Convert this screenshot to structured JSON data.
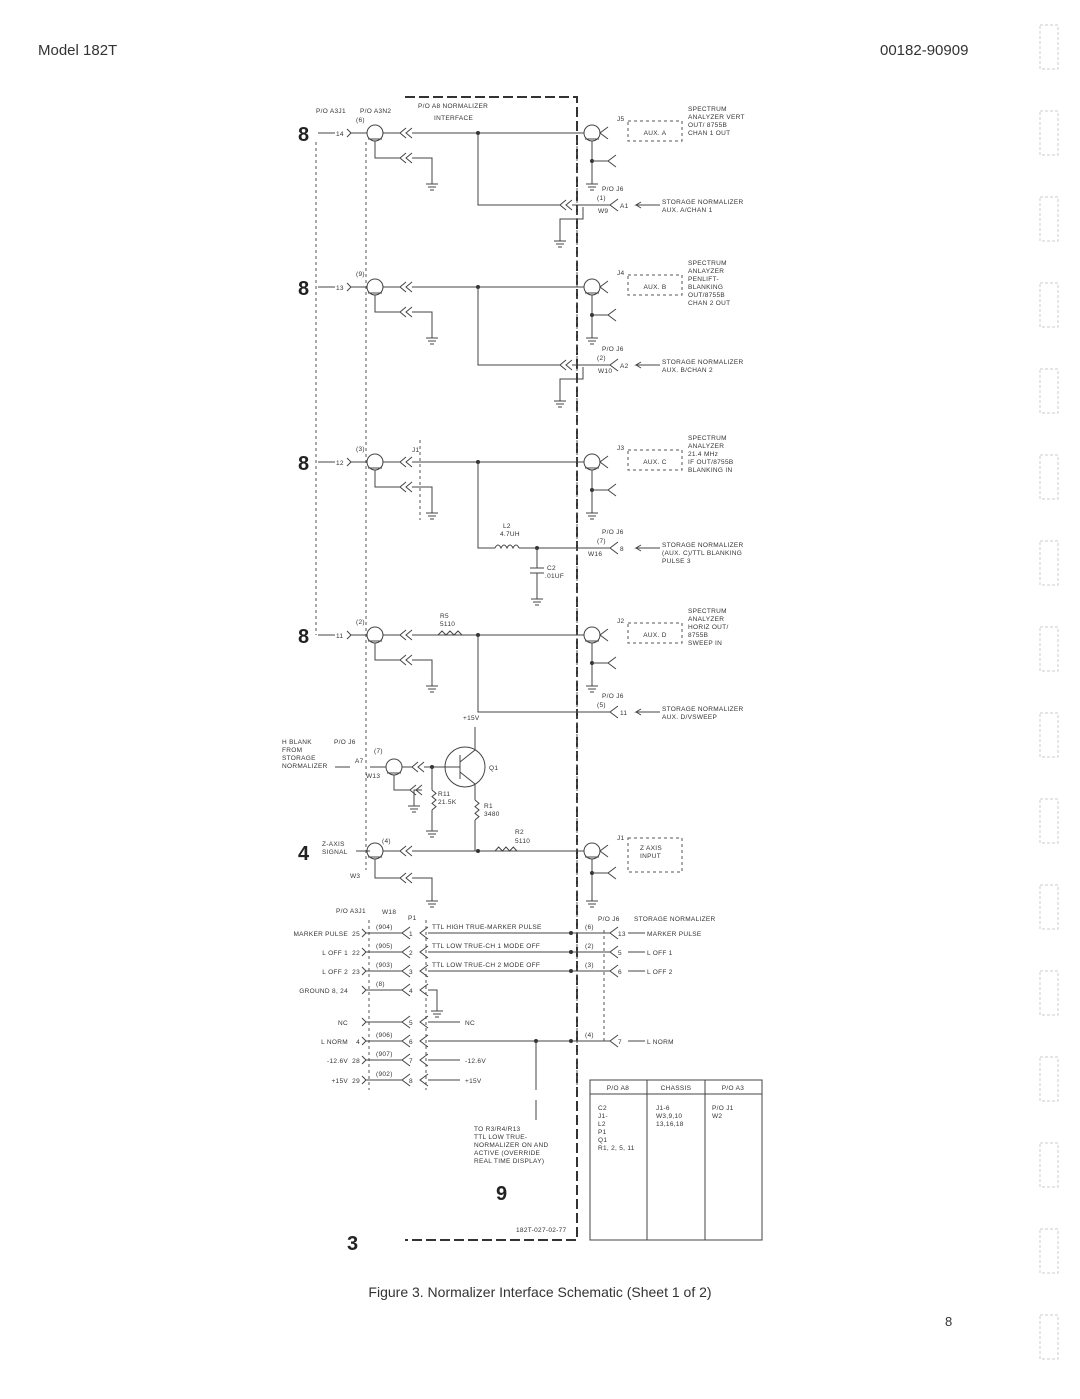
{
  "header": {
    "model": "Model 182T",
    "doc_number": "00182-90909"
  },
  "caption": "Figure 3. Normalizer Interface Schematic (Sheet 1 of 2)",
  "page_number": "8",
  "box": {
    "title1": "P/O A8 NORMALIZER",
    "title2": "INTERFACE",
    "sheet_ref": "9",
    "drawing_no": "182T-027-02-77",
    "corner_ref": "3"
  },
  "left_headers": {
    "a3j1": "P/O A3J1",
    "a3n2": "P/O A3N2",
    "j1": "J1"
  },
  "channels": [
    {
      "page_ref": "8",
      "pin": "14",
      "wire_no": "(6)",
      "jack": "J5",
      "aux": "AUX. A",
      "desc": [
        "SPECTRUM",
        "ANALYZER VERT",
        "OUT/ 8755B",
        "CHAN 1 OUT"
      ],
      "po_j6": "P/O J6",
      "j6_wire": "(1)",
      "j6_pin": "A1",
      "w": "W9",
      "storage": [
        "STORAGE NORMALIZER",
        "AUX. A/CHAN 1"
      ]
    },
    {
      "page_ref": "8",
      "pin": "13",
      "wire_no": "(9)",
      "jack": "J4",
      "aux": "AUX. B",
      "desc": [
        "SPECTRUM",
        "ANLAYZER",
        "PENLIFT-",
        "BLANKING",
        "OUT/8755B",
        "CHAN 2 OUT"
      ],
      "po_j6": "P/O J6",
      "j6_wire": "(2)",
      "j6_pin": "A2",
      "w": "W10",
      "storage": [
        "STORAGE NORMALIZER",
        "AUX. B/CHAN 2"
      ]
    },
    {
      "page_ref": "8",
      "pin": "12",
      "wire_no": "(3)",
      "jack": "J3",
      "aux": "AUX. C",
      "desc": [
        "SPECTRUM",
        "ANALYZER",
        "21.4 MHz",
        "IF OUT/8755B",
        "BLANKING IN"
      ],
      "po_j6": "P/O J6",
      "j6_wire": "(7)",
      "j6_pin": "8",
      "w": "W16",
      "storage": [
        "STORAGE NORMALIZER",
        "(AUX. C)/TTL BLANKING",
        "PULSE 3"
      ]
    },
    {
      "page_ref": "8",
      "pin": "11",
      "wire_no": "(2)",
      "jack": "J2",
      "aux": "AUX. D",
      "desc": [
        "SPECTRUM",
        "ANALYZER",
        "HORIZ OUT/",
        "8755B",
        "SWEEP IN"
      ],
      "po_j6": "P/O J6",
      "j6_wire": "(5)",
      "j6_pin": "11",
      "w": "",
      "storage": [
        "STORAGE NORMALIZER",
        "AUX. D/VSWEEP"
      ]
    }
  ],
  "components": {
    "l2": {
      "ref": "L2",
      "value": "4.7UH"
    },
    "c2": {
      "ref": "C2",
      "value": ".01UF"
    },
    "r5": {
      "ref": "R5",
      "value": "5110"
    },
    "r11": {
      "ref": "R11",
      "value": "21.5K"
    },
    "r1": {
      "ref": "R1",
      "value": "3480"
    },
    "r2": {
      "ref": "R2",
      "value": "5110"
    },
    "q1": {
      "ref": "Q1"
    },
    "supply": "+15V"
  },
  "hblank": {
    "lines": [
      "H BLANK",
      "FROM",
      "STORAGE",
      "NORMALIZER"
    ],
    "po_j6": "P/O J6",
    "pin": "A7",
    "wire_no": "(7)",
    "w": "W13"
  },
  "zaxis": {
    "page_ref": "4",
    "lines": [
      "Z-AXIS",
      "SIGNAL"
    ],
    "wire_no": "(4)",
    "w": "W3",
    "jack": "J1",
    "box": [
      "Z AXIS",
      "INPUT"
    ]
  },
  "connector": {
    "a3j1": "P/O A3J1",
    "w18": "W18",
    "p1": "P1",
    "j6": "P/O J6",
    "storage": "STORAGE NORMALIZER",
    "rows": [
      {
        "left": "MARKER PULSE",
        "lpin": "25",
        "wire": "(904)",
        "p1": "1",
        "mid": "TTL HIGH TRUE-MARKER PULSE",
        "rw": "(6)",
        "rpin": "13",
        "right": "MARKER PULSE"
      },
      {
        "left": "L OFF 1",
        "lpin": "22",
        "wire": "(905)",
        "p1": "2",
        "mid": "TTL LOW TRUE-CH 1 MODE OFF",
        "rw": "(2)",
        "rpin": "5",
        "right": "L OFF 1"
      },
      {
        "left": "L OFF 2",
        "lpin": "23",
        "wire": "(903)",
        "p1": "3",
        "mid": "TTL LOW TRUE-CH 2 MODE OFF",
        "rw": "(3)",
        "rpin": "6",
        "right": "L OFF 2"
      },
      {
        "left": "GROUND 8, 24",
        "lpin": "",
        "wire": "(8)",
        "p1": "4",
        "mid": "",
        "rw": "",
        "rpin": "",
        "right": ""
      },
      {
        "left": "NC",
        "lpin": "",
        "wire": "",
        "p1": "5",
        "mid": "NC",
        "rw": "",
        "rpin": "",
        "right": ""
      },
      {
        "left": "L NORM",
        "lpin": "4",
        "wire": "(906)",
        "p1": "6",
        "mid": "",
        "rw": "(4)",
        "rpin": "7",
        "right": "L NORM"
      },
      {
        "left": "-12.6V",
        "lpin": "28",
        "wire": "(907)",
        "p1": "7",
        "mid": "-12.6V",
        "rw": "",
        "rpin": "",
        "right": ""
      },
      {
        "left": "+15V",
        "lpin": "29",
        "wire": "(902)",
        "p1": "8",
        "mid": "+15V",
        "rw": "",
        "rpin": "",
        "right": ""
      }
    ],
    "note": [
      "TO R3/R4/R13",
      "TTL LOW TRUE-",
      "NORMALIZER ON AND",
      "ACTIVE (OVERRIDE",
      "REAL TIME DISPLAY)"
    ]
  },
  "parts_table": {
    "headers": [
      "P/O A8",
      "CHASSIS",
      "P/O A3"
    ],
    "columns": [
      [
        "C2",
        "J1-",
        "L2",
        "P1",
        "Q1",
        "R1, 2, 5, 11"
      ],
      [
        "J1-6",
        "W3,9,10",
        " 13,16,18"
      ],
      [
        "P/O J1",
        "W2"
      ]
    ]
  }
}
